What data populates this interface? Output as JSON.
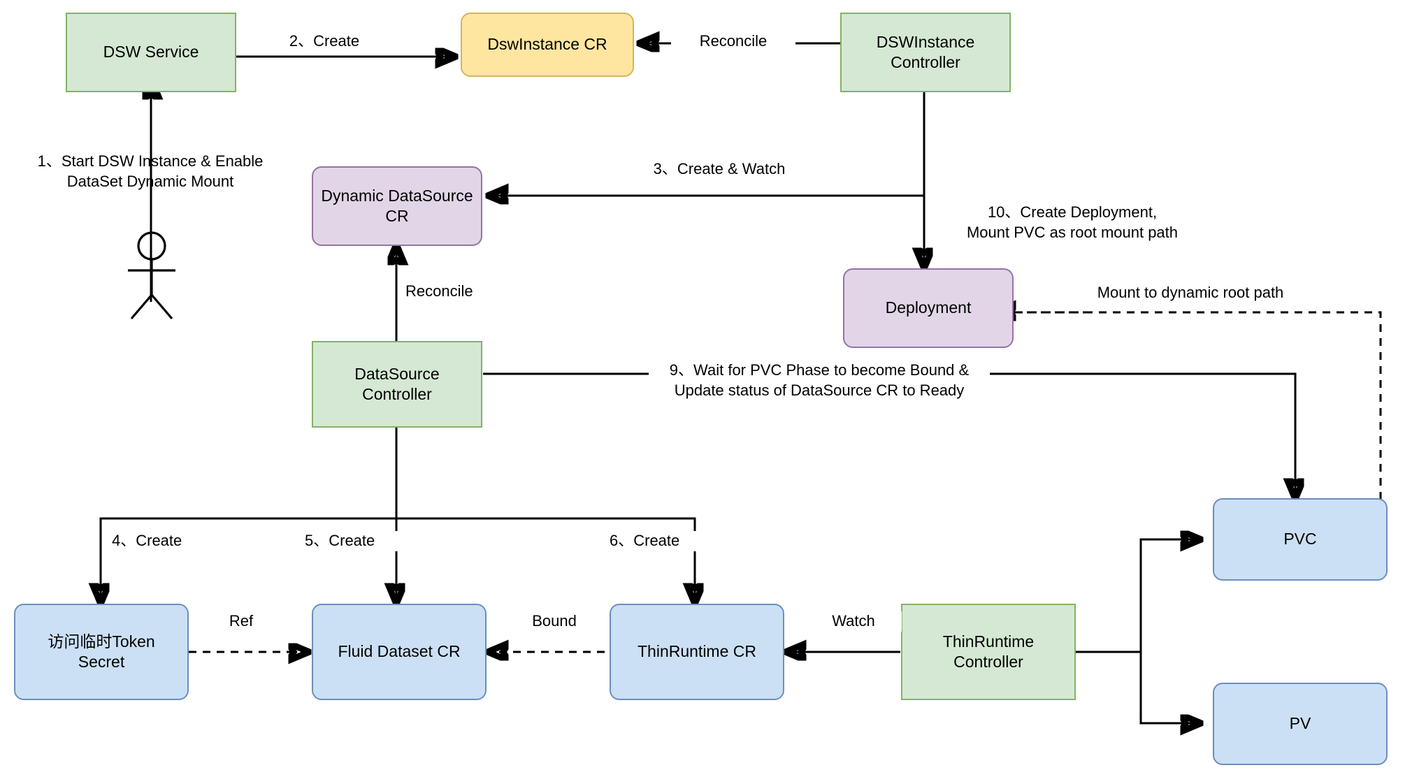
{
  "diagram": {
    "title": "DSW DataSet Dynamic Mount Architecture",
    "colors": {
      "green_fill": "#d5e8d4",
      "green_stroke": "#82b366",
      "yellow_fill": "#ffe6a0",
      "yellow_stroke": "#d6b656",
      "purple_fill": "#e1d5e7",
      "purple_stroke": "#9673a6",
      "blue_fill": "#cce0f5",
      "blue_stroke": "#6c8ebf",
      "line": "#000000",
      "background": "#ffffff"
    },
    "nodes": [
      {
        "id": "dsw-service",
        "label": "DSW Service"
      },
      {
        "id": "dswinstance-cr",
        "label": "DswInstance CR"
      },
      {
        "id": "dswinstance-controller",
        "label": "DSWInstance\nController"
      },
      {
        "id": "dynamic-datasource-cr",
        "label": "Dynamic DataSource\nCR"
      },
      {
        "id": "deployment",
        "label": "Deployment"
      },
      {
        "id": "datasource-controller",
        "label": "DataSource\nController"
      },
      {
        "id": "pvc",
        "label": "PVC"
      },
      {
        "id": "pv",
        "label": "PV"
      },
      {
        "id": "token-secret",
        "label": "访问临时Token\nSecret"
      },
      {
        "id": "fluid-dataset-cr",
        "label": "Fluid Dataset CR"
      },
      {
        "id": "thinruntime-cr",
        "label": "ThinRuntime CR"
      },
      {
        "id": "thinruntime-controller",
        "label": "ThinRuntime\nController"
      }
    ],
    "edges": [
      {
        "id": "e1",
        "from": "actor",
        "to": "dsw-service",
        "label": "1、Start DSW Instance & Enable\nDataSet Dynamic Mount",
        "style": "solid"
      },
      {
        "id": "e2",
        "from": "dsw-service",
        "to": "dswinstance-cr",
        "label": "2、Create",
        "style": "solid"
      },
      {
        "id": "e3",
        "from": "dswinstance-controller",
        "to": "dswinstance-cr",
        "label": "Reconcile",
        "style": "solid"
      },
      {
        "id": "e4",
        "from": "dswinstance-controller",
        "to": "dynamic-datasource-cr",
        "label": "3、Create & Watch",
        "style": "solid"
      },
      {
        "id": "e5",
        "from": "dswinstance-controller",
        "to": "deployment",
        "label": "10、Create Deployment,\nMount PVC as root mount path",
        "style": "solid"
      },
      {
        "id": "e6",
        "from": "datasource-controller",
        "to": "dynamic-datasource-cr",
        "label": "Reconcile",
        "style": "solid"
      },
      {
        "id": "e7",
        "from": "datasource-controller",
        "to": "token-secret",
        "label": "4、Create",
        "style": "solid"
      },
      {
        "id": "e8",
        "from": "datasource-controller",
        "to": "fluid-dataset-cr",
        "label": "5、Create",
        "style": "solid"
      },
      {
        "id": "e9",
        "from": "datasource-controller",
        "to": "thinruntime-cr",
        "label": "6、Create",
        "style": "solid"
      },
      {
        "id": "e10",
        "from": "pvc",
        "to": "datasource-controller",
        "label": "9、Wait for PVC Phase to become Bound &\nUpdate status of DataSource CR to Ready",
        "style": "solid"
      },
      {
        "id": "e11",
        "from": "pvc",
        "to": "deployment",
        "label": "Mount to dynamic root path",
        "style": "dashed"
      },
      {
        "id": "e12",
        "from": "token-secret",
        "to": "fluid-dataset-cr",
        "label": "Ref",
        "style": "dashed"
      },
      {
        "id": "e13",
        "from": "thinruntime-cr",
        "to": "fluid-dataset-cr",
        "label": "Bound",
        "style": "dashed"
      },
      {
        "id": "e14",
        "from": "thinruntime-controller",
        "to": "thinruntime-cr",
        "label": "Watch",
        "style": "solid"
      },
      {
        "id": "e15",
        "from": "thinruntime-controller",
        "to": "pvc",
        "label": "",
        "style": "solid"
      },
      {
        "id": "e16",
        "from": "thinruntime-controller",
        "to": "pv",
        "label": "",
        "style": "solid"
      }
    ],
    "actor": {
      "id": "user-actor",
      "label": ""
    }
  }
}
